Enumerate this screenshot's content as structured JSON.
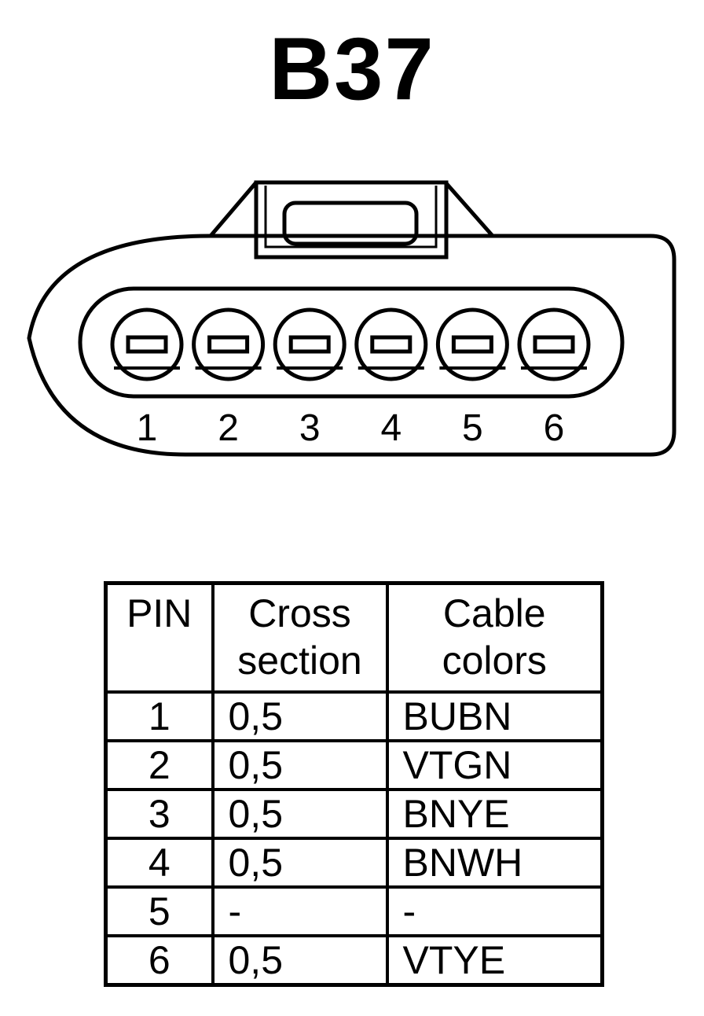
{
  "title": "B37",
  "connector": {
    "pin_labels": [
      "1",
      "2",
      "3",
      "4",
      "5",
      "6"
    ],
    "stroke_color": "#000000"
  },
  "table": {
    "headers": {
      "pin": "PIN",
      "cross_section": [
        "Cross",
        "section"
      ],
      "cable_colors": [
        "Cable",
        "colors"
      ]
    },
    "rows": [
      {
        "pin": "1",
        "cross_section": "0,5",
        "cable_colors": "BUBN"
      },
      {
        "pin": "2",
        "cross_section": "0,5",
        "cable_colors": "VTGN"
      },
      {
        "pin": "3",
        "cross_section": "0,5",
        "cable_colors": "BNYE"
      },
      {
        "pin": "4",
        "cross_section": "0,5",
        "cable_colors": "BNWH"
      },
      {
        "pin": "5",
        "cross_section": "-",
        "cable_colors": "-"
      },
      {
        "pin": "6",
        "cross_section": "0,5",
        "cable_colors": "VTYE"
      }
    ]
  }
}
